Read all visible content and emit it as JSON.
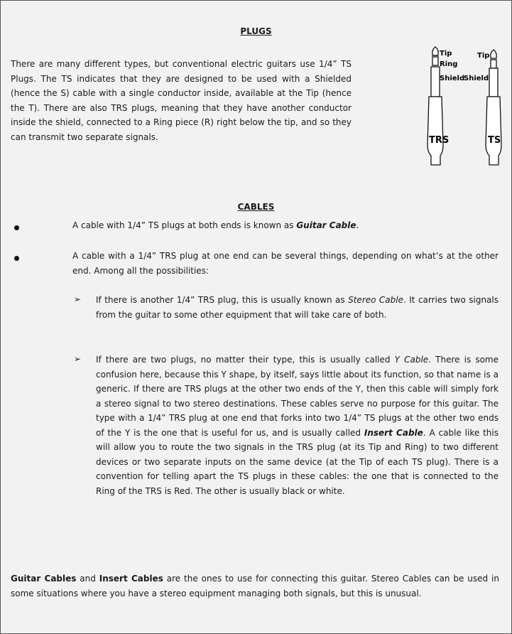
{
  "plugs": {
    "title": "PLUGS",
    "intro": "There are many different types, but conventional electric guitars use 1/4” TS Plugs. The TS indicates that they are designed to be used with a Shielded (hence the S) cable with a single conductor inside, available at the Tip (hence the T). There are also TRS plugs, meaning that they have another conductor inside the shield, connected to a Ring piece (R) right below the tip, and so they can transmit two separate signals."
  },
  "illustration": {
    "trs": {
      "tip": "Tip",
      "ring": "Ring",
      "shield": "Shield",
      "name": "TRS"
    },
    "ts": {
      "tip": "Tip",
      "shield": "Shield",
      "name": "TS"
    }
  },
  "cables": {
    "title": "CABLES",
    "bullet1": {
      "pre": "A cable with 1/4” TS plugs at both ends is known as ",
      "em": "Guitar Cable",
      "post": "."
    },
    "bullet2": "A cable with a 1/4” TRS plug at one end can be several things, depending on what’s at the other end. Among all the possibilities:",
    "sub1": {
      "pre": "If there is another 1/4” TRS plug, this is usually known as ",
      "em": "Stereo Cable",
      "post": ". It carries two signals from the guitar to some other equipment that will take care of both."
    },
    "sub2": {
      "pre": "If there are two plugs, no matter their type, this is usually called ",
      "em": "Y Cable",
      "mid": ". There is some confusion here, because this Y shape, by itself, says little about its function, so that name is a generic. If there are TRS plugs at the other two ends of the Y, then this cable will simply fork a stereo signal to two stereo destinations. These cables serve no purpose for this guitar. The type with a 1/4” TRS plug at one end that forks into two 1/4” TS plugs at the other two ends of the Y is the one that is useful for us, and is usually called ",
      "strong": "Insert Cable",
      "post": ". A cable like this will allow you to route the two signals in the TRS plug (at its Tip and Ring) to two different devices or two separate inputs on the same device (at the Tip of each TS plug). There is a convention for telling apart the TS plugs in these cables: the one that is connected to the Ring of the TRS is Red. The other is usually black or white."
    },
    "summary": {
      "b1": "Guitar Cables",
      "t1": " and ",
      "b2": "Insert Cables",
      "t2": " are the ones to use for connecting this guitar. Stereo Cables can be used in some situations where you have a stereo equipment managing both signals, but this is unusual."
    },
    "arrow_glyph": "➢"
  }
}
